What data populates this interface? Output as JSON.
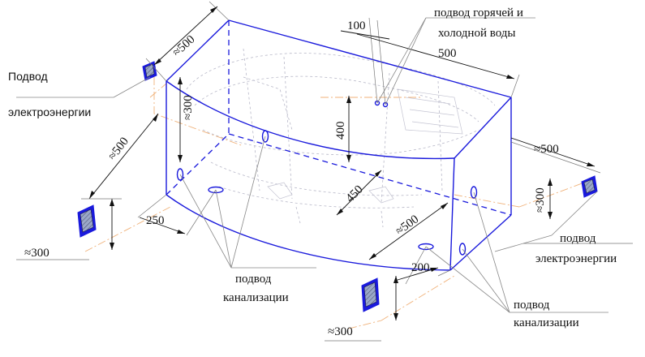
{
  "labels": {
    "power_supply_left_line1": "Подвод",
    "power_supply_left_line2": "электроэнергии",
    "power_supply_right_line1": "подвод",
    "power_supply_right_line2": "электроэнергии",
    "water_supply_line1": "подвод горячей и",
    "water_supply_line2": "холодной воды",
    "drain_left_line1": "подвод",
    "drain_left_line2": "канализации",
    "drain_right_line1": "подвод",
    "drain_right_line2": "канализации"
  },
  "dimensions": {
    "top_left_500": "≈500",
    "top_100": "100",
    "top_right_500": "500",
    "left_vertical_300": "≈300",
    "left_diag_500": "≈500",
    "left_bottom_300": "≈300",
    "height_400": "400",
    "depth_450": "450",
    "bottom_250": "250",
    "front_500": "≈500",
    "front_200": "200",
    "bottom_300": "≈300",
    "right_500": "≈500",
    "right_300": "≈300"
  },
  "icons": {
    "socket": "power-socket-icon",
    "drain": "drain-outlet-icon",
    "water_inlet": "water-inlet-icon"
  },
  "colors": {
    "outline": "#1a1adc",
    "axis": "#f0b27a",
    "dimension": "#111111"
  }
}
